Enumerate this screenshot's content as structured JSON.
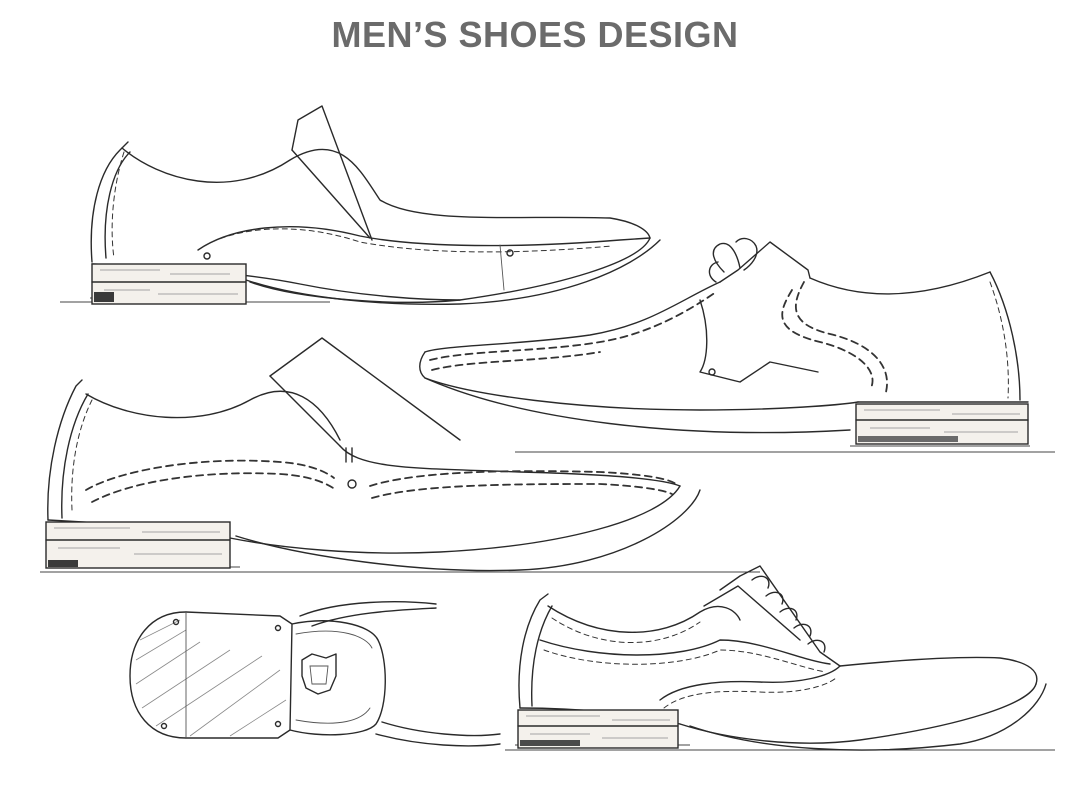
{
  "title": "MEN’S SHOES DESIGN",
  "illustrations": [
    {
      "name": "slip-on-loafer",
      "icon": "shoe-slipon-icon"
    },
    {
      "name": "lace-up-derby",
      "icon": "shoe-derby-icon"
    },
    {
      "name": "brogue-loafer",
      "icon": "shoe-brogue-icon"
    },
    {
      "name": "sole-bottom-view",
      "icon": "shoe-sole-icon"
    },
    {
      "name": "oxford-shoe",
      "icon": "shoe-oxford-icon"
    }
  ],
  "colors": {
    "title": "#6b6b6b",
    "line": "#2a2a2a",
    "background": "#ffffff"
  }
}
